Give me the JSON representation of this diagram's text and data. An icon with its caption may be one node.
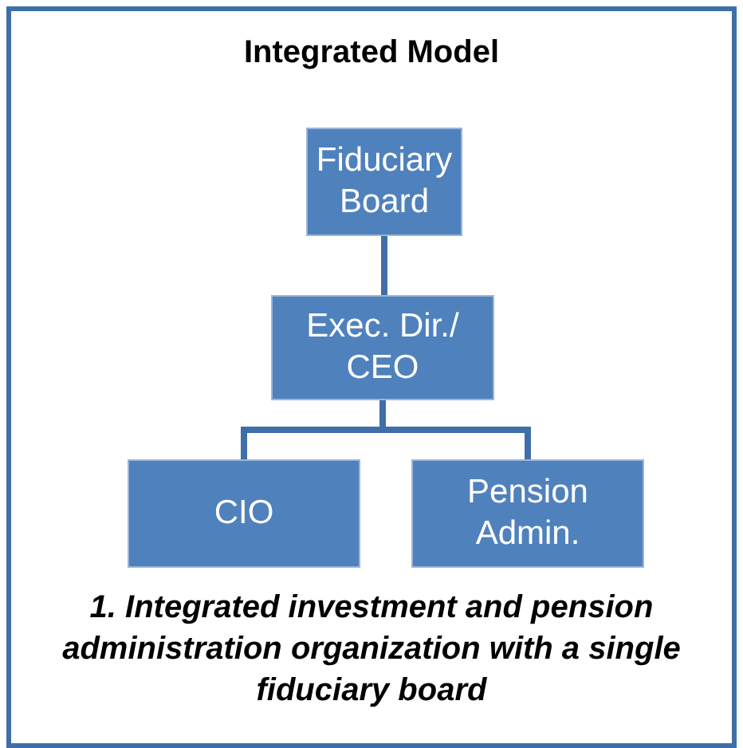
{
  "diagram": {
    "title": "Integrated Model",
    "caption": "1. Integrated investment and pension administration organization with a single fiduciary board",
    "nodes": [
      {
        "text": [
          "Fiduciary Board"
        ]
      },
      {
        "text": [
          "Exec. Dir./ CEO"
        ]
      },
      {
        "text": [
          "CIO"
        ]
      },
      {
        "text": [
          "Pension Admin."
        ]
      }
    ],
    "edges": [
      {
        "from": 0,
        "to": 1,
        "arrow": "none"
      },
      {
        "from": 1,
        "to": 2,
        "arrow": "none"
      },
      {
        "from": 1,
        "to": 3,
        "arrow": "none"
      }
    ]
  }
}
